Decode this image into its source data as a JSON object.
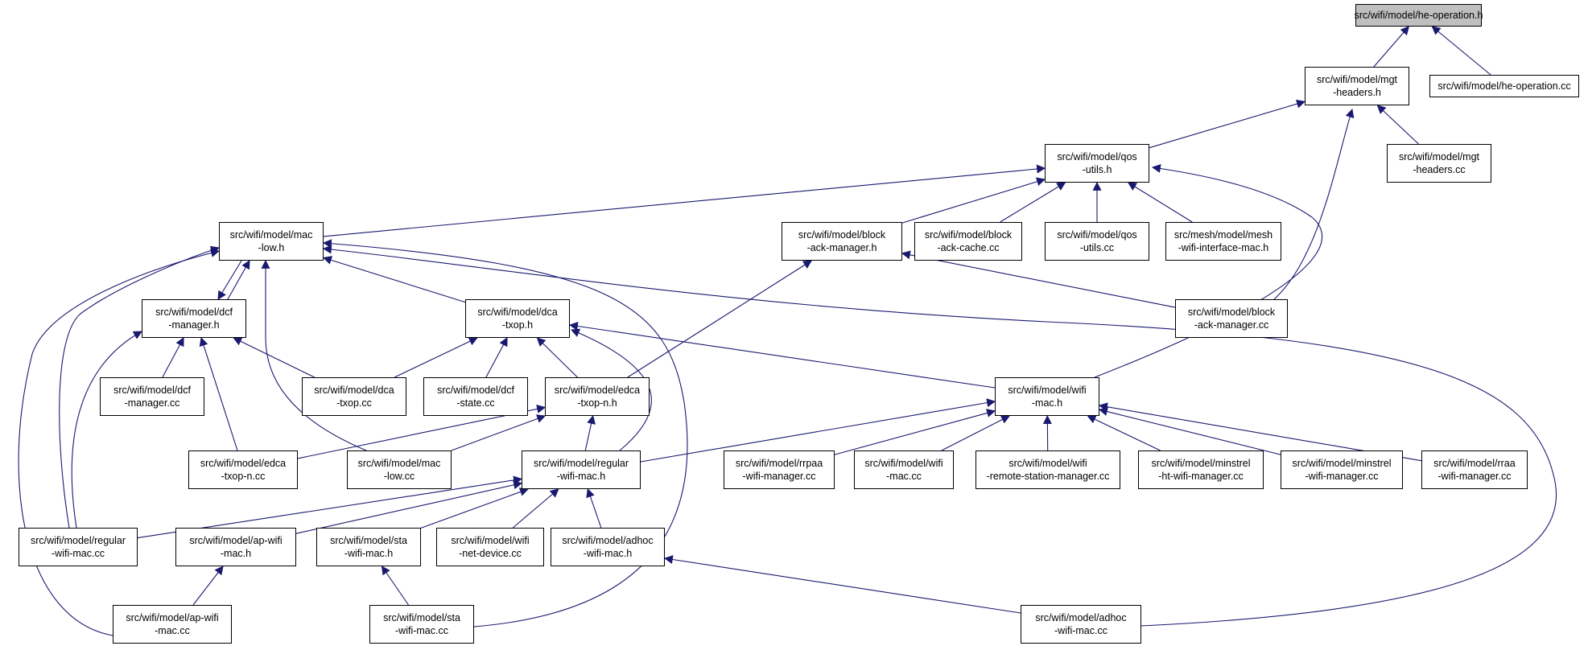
{
  "diagram": {
    "type": "include-dependency-graph",
    "edge_color": "#191970",
    "root_fill": "#bfbfbf",
    "nodes": [
      {
        "id": "he_operation_h",
        "lines": [
          "src/wifi/model/he-operation.h"
        ]
      },
      {
        "id": "mgt_headers_h",
        "lines": [
          "src/wifi/model/mgt",
          "-headers.h"
        ]
      },
      {
        "id": "he_operation_cc",
        "lines": [
          "src/wifi/model/he-operation.cc"
        ]
      },
      {
        "id": "mgt_headers_cc",
        "lines": [
          "src/wifi/model/mgt",
          "-headers.cc"
        ]
      },
      {
        "id": "qos_utils_h",
        "lines": [
          "src/wifi/model/qos",
          "-utils.h"
        ]
      },
      {
        "id": "mac_low_h",
        "lines": [
          "src/wifi/model/mac",
          "-low.h"
        ]
      },
      {
        "id": "block_ack_manager_h",
        "lines": [
          "src/wifi/model/block",
          "-ack-manager.h"
        ]
      },
      {
        "id": "block_ack_cache_cc",
        "lines": [
          "src/wifi/model/block",
          "-ack-cache.cc"
        ]
      },
      {
        "id": "qos_utils_cc",
        "lines": [
          "src/wifi/model/qos",
          "-utils.cc"
        ]
      },
      {
        "id": "mesh_wifi_interface_mac_h",
        "lines": [
          "src/mesh/model/mesh",
          "-wifi-interface-mac.h"
        ]
      },
      {
        "id": "dcf_manager_h",
        "lines": [
          "src/wifi/model/dcf",
          "-manager.h"
        ]
      },
      {
        "id": "dca_txop_h",
        "lines": [
          "src/wifi/model/dca",
          "-txop.h"
        ]
      },
      {
        "id": "block_ack_manager_cc",
        "lines": [
          "src/wifi/model/block",
          "-ack-manager.cc"
        ]
      },
      {
        "id": "dcf_manager_cc",
        "lines": [
          "src/wifi/model/dcf",
          "-manager.cc"
        ]
      },
      {
        "id": "dca_txop_cc",
        "lines": [
          "src/wifi/model/dca",
          "-txop.cc"
        ]
      },
      {
        "id": "dcf_state_cc",
        "lines": [
          "src/wifi/model/dcf",
          "-state.cc"
        ]
      },
      {
        "id": "edca_txop_n_h",
        "lines": [
          "src/wifi/model/edca",
          "-txop-n.h"
        ]
      },
      {
        "id": "wifi_mac_h",
        "lines": [
          "src/wifi/model/wifi",
          "-mac.h"
        ]
      },
      {
        "id": "edca_txop_n_cc",
        "lines": [
          "src/wifi/model/edca",
          "-txop-n.cc"
        ]
      },
      {
        "id": "mac_low_cc",
        "lines": [
          "src/wifi/model/mac",
          "-low.cc"
        ]
      },
      {
        "id": "regular_wifi_mac_h",
        "lines": [
          "src/wifi/model/regular",
          "-wifi-mac.h"
        ]
      },
      {
        "id": "rrpaa_wifi_manager_cc",
        "lines": [
          "src/wifi/model/rrpaa",
          "-wifi-manager.cc"
        ]
      },
      {
        "id": "wifi_mac_cc",
        "lines": [
          "src/wifi/model/wifi",
          "-mac.cc"
        ]
      },
      {
        "id": "wifi_remote_station_manager_cc",
        "lines": [
          "src/wifi/model/wifi",
          "-remote-station-manager.cc"
        ]
      },
      {
        "id": "minstrel_ht_wifi_manager_cc",
        "lines": [
          "src/wifi/model/minstrel",
          "-ht-wifi-manager.cc"
        ]
      },
      {
        "id": "minstrel_wifi_manager_cc",
        "lines": [
          "src/wifi/model/minstrel",
          "-wifi-manager.cc"
        ]
      },
      {
        "id": "rraa_wifi_manager_cc",
        "lines": [
          "src/wifi/model/rraa",
          "-wifi-manager.cc"
        ]
      },
      {
        "id": "regular_wifi_mac_cc",
        "lines": [
          "src/wifi/model/regular",
          "-wifi-mac.cc"
        ]
      },
      {
        "id": "ap_wifi_mac_h",
        "lines": [
          "src/wifi/model/ap-wifi",
          "-mac.h"
        ]
      },
      {
        "id": "sta_wifi_mac_h",
        "lines": [
          "src/wifi/model/sta",
          "-wifi-mac.h"
        ]
      },
      {
        "id": "wifi_net_device_cc",
        "lines": [
          "src/wifi/model/wifi",
          "-net-device.cc"
        ]
      },
      {
        "id": "adhoc_wifi_mac_h",
        "lines": [
          "src/wifi/model/adhoc",
          "-wifi-mac.h"
        ]
      },
      {
        "id": "ap_wifi_mac_cc",
        "lines": [
          "src/wifi/model/ap-wifi",
          "-mac.cc"
        ]
      },
      {
        "id": "sta_wifi_mac_cc",
        "lines": [
          "src/wifi/model/sta",
          "-wifi-mac.cc"
        ]
      },
      {
        "id": "adhoc_wifi_mac_cc",
        "lines": [
          "src/wifi/model/adhoc",
          "-wifi-mac.cc"
        ]
      }
    ],
    "edges": [
      [
        "mgt_headers_h",
        "he_operation_h"
      ],
      [
        "he_operation_cc",
        "he_operation_h"
      ],
      [
        "qos_utils_h",
        "mgt_headers_h"
      ],
      [
        "mgt_headers_cc",
        "mgt_headers_h"
      ],
      [
        "block_ack_manager_cc",
        "mgt_headers_h"
      ],
      [
        "mac_low_h",
        "qos_utils_h"
      ],
      [
        "block_ack_manager_h",
        "qos_utils_h"
      ],
      [
        "block_ack_cache_cc",
        "qos_utils_h"
      ],
      [
        "qos_utils_cc",
        "qos_utils_h"
      ],
      [
        "mesh_wifi_interface_mac_h",
        "qos_utils_h"
      ],
      [
        "wifi_mac_h",
        "qos_utils_h"
      ],
      [
        "dcf_manager_h",
        "mac_low_h"
      ],
      [
        "mac_low_h",
        "dcf_manager_h"
      ],
      [
        "dca_txop_h",
        "mac_low_h"
      ],
      [
        "mac_low_cc",
        "mac_low_h"
      ],
      [
        "regular_wifi_mac_cc",
        "mac_low_h"
      ],
      [
        "ap_wifi_mac_cc",
        "mac_low_h"
      ],
      [
        "sta_wifi_mac_cc",
        "mac_low_h"
      ],
      [
        "adhoc_wifi_mac_cc",
        "mac_low_h"
      ],
      [
        "edca_txop_n_h",
        "block_ack_manager_h"
      ],
      [
        "block_ack_manager_cc",
        "block_ack_manager_h"
      ],
      [
        "dcf_manager_cc",
        "dcf_manager_h"
      ],
      [
        "dca_txop_cc",
        "dcf_manager_h"
      ],
      [
        "edca_txop_n_cc",
        "dcf_manager_h"
      ],
      [
        "regular_wifi_mac_cc",
        "dcf_manager_h"
      ],
      [
        "dca_txop_cc",
        "dca_txop_h"
      ],
      [
        "dcf_state_cc",
        "dca_txop_h"
      ],
      [
        "edca_txop_n_h",
        "dca_txop_h"
      ],
      [
        "wifi_mac_h",
        "dca_txop_h"
      ],
      [
        "regular_wifi_mac_h",
        "dca_txop_h"
      ],
      [
        "edca_txop_n_cc",
        "edca_txop_n_h"
      ],
      [
        "mac_low_cc",
        "edca_txop_n_h"
      ],
      [
        "regular_wifi_mac_h",
        "edca_txop_n_h"
      ],
      [
        "regular_wifi_mac_h",
        "wifi_mac_h"
      ],
      [
        "rrpaa_wifi_manager_cc",
        "wifi_mac_h"
      ],
      [
        "wifi_mac_cc",
        "wifi_mac_h"
      ],
      [
        "wifi_remote_station_manager_cc",
        "wifi_mac_h"
      ],
      [
        "minstrel_ht_wifi_manager_cc",
        "wifi_mac_h"
      ],
      [
        "minstrel_wifi_manager_cc",
        "wifi_mac_h"
      ],
      [
        "rraa_wifi_manager_cc",
        "wifi_mac_h"
      ],
      [
        "regular_wifi_mac_cc",
        "regular_wifi_mac_h"
      ],
      [
        "ap_wifi_mac_h",
        "regular_wifi_mac_h"
      ],
      [
        "sta_wifi_mac_h",
        "regular_wifi_mac_h"
      ],
      [
        "wifi_net_device_cc",
        "regular_wifi_mac_h"
      ],
      [
        "adhoc_wifi_mac_h",
        "regular_wifi_mac_h"
      ],
      [
        "ap_wifi_mac_cc",
        "ap_wifi_mac_h"
      ],
      [
        "sta_wifi_mac_cc",
        "sta_wifi_mac_h"
      ],
      [
        "adhoc_wifi_mac_cc",
        "adhoc_wifi_mac_h"
      ]
    ]
  }
}
